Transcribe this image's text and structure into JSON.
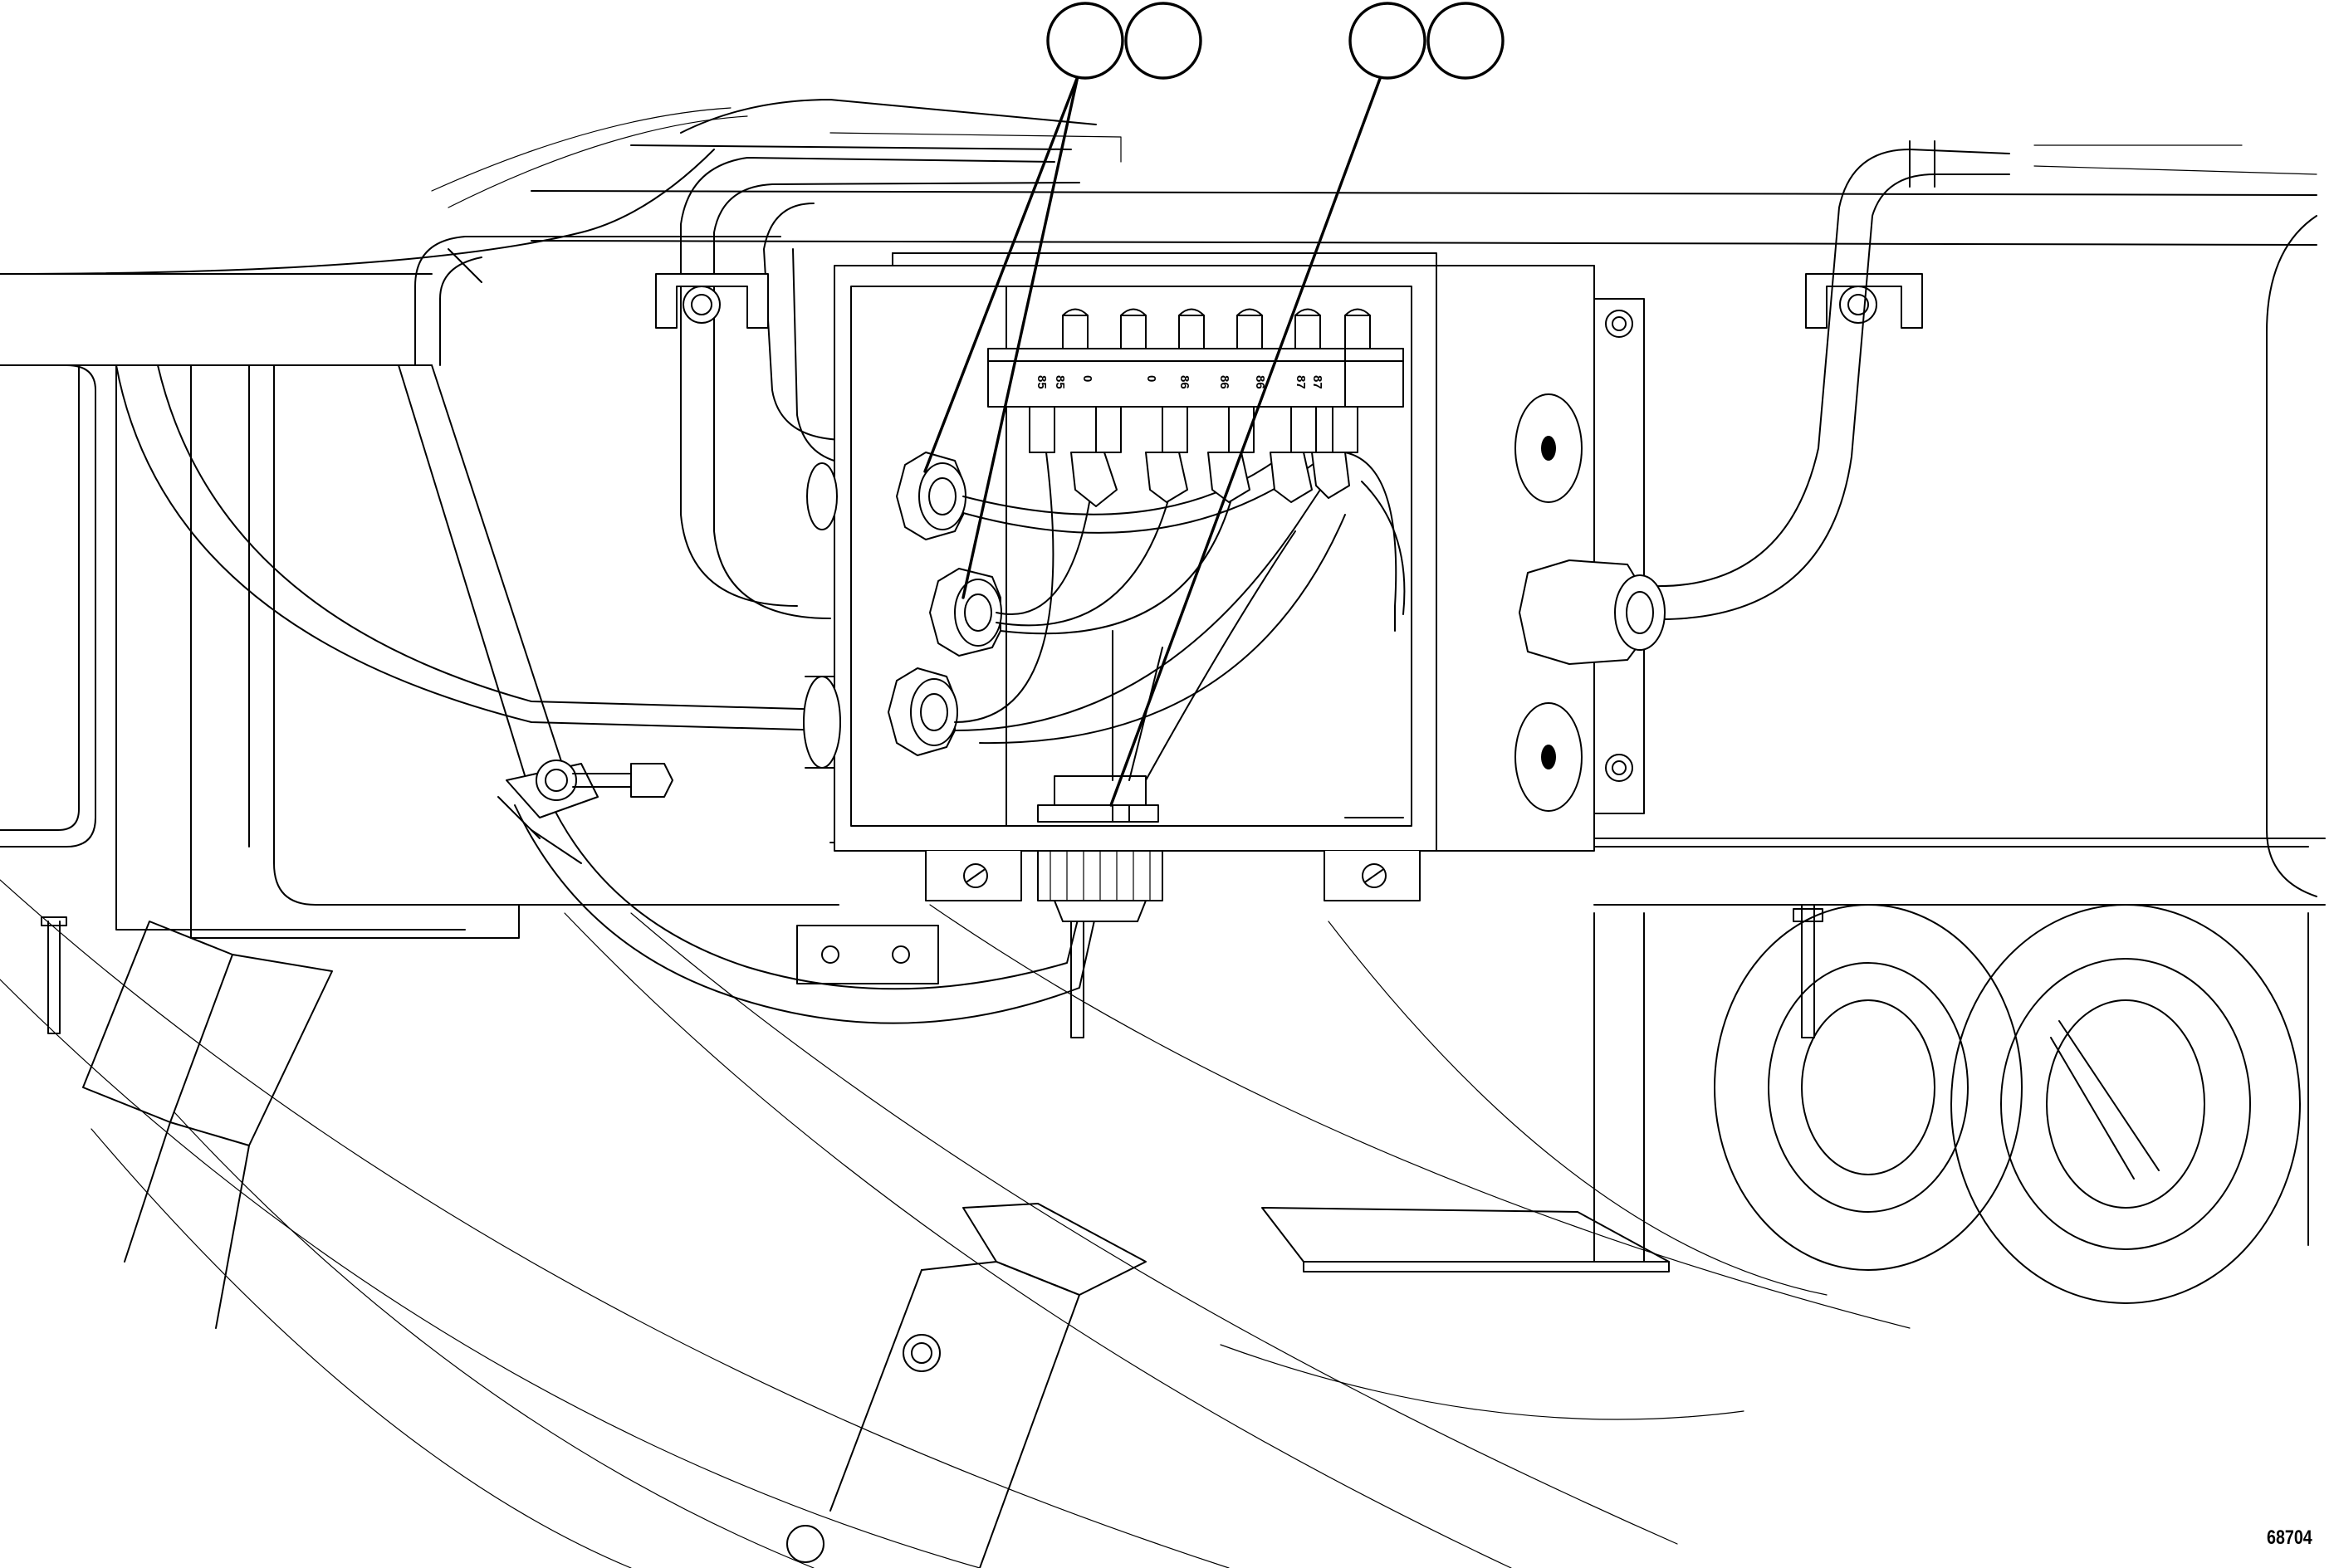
{
  "figure": {
    "id_number": "68704"
  },
  "callouts": [
    {
      "label": ""
    },
    {
      "label": ""
    },
    {
      "label": ""
    },
    {
      "label": ""
    }
  ],
  "terminal_strip": {
    "labels": [
      "85",
      "85",
      "0",
      "0",
      "86",
      "86",
      "86",
      "87",
      "87"
    ]
  },
  "colors": {
    "line": "#000000",
    "background": "#ffffff"
  }
}
